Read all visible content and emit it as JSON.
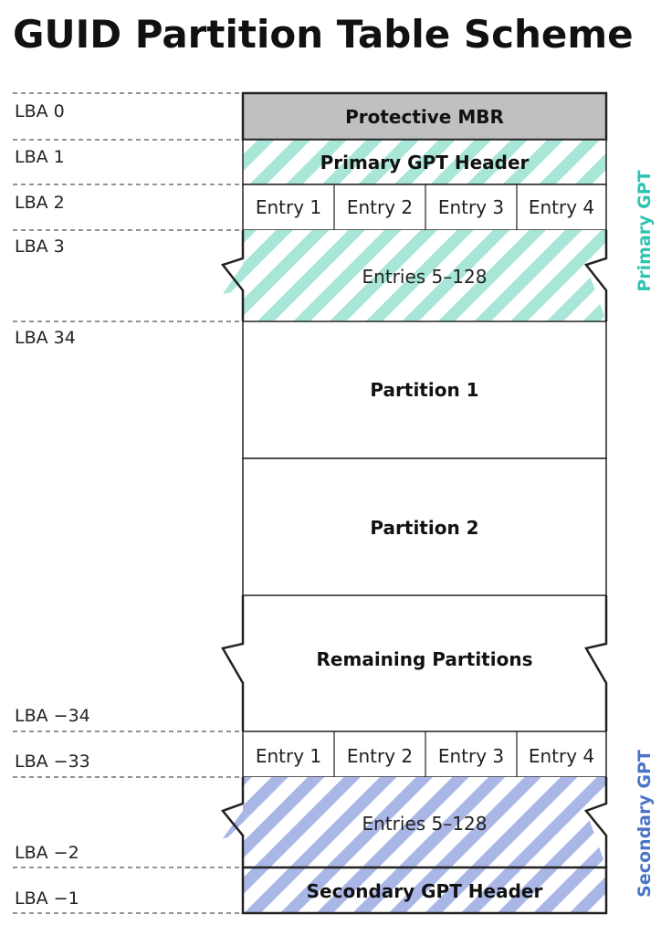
{
  "title": "GUID Partition Table Scheme",
  "lba": {
    "lba0": "LBA 0",
    "lba1": "LBA 1",
    "lba2": "LBA 2",
    "lba3": "LBA 3",
    "lba34": "LBA 34",
    "lba_m34": "LBA −34",
    "lba_m33": "LBA −33",
    "lba_m2": "LBA −2",
    "lba_m1": "LBA −1"
  },
  "blocks": {
    "protective_mbr": "Protective MBR",
    "primary_header": "Primary GPT Header",
    "primary_entries": [
      "Entry 1",
      "Entry 2",
      "Entry 3",
      "Entry 4"
    ],
    "primary_rest": "Entries 5–128",
    "partition1": "Partition 1",
    "partition2": "Partition 2",
    "remaining": "Remaining Partitions",
    "secondary_entries": [
      "Entry 1",
      "Entry 2",
      "Entry 3",
      "Entry 4"
    ],
    "secondary_rest": "Entries 5–128",
    "secondary_header": "Secondary GPT Header"
  },
  "side_labels": {
    "primary": "Primary GPT",
    "secondary": "Secondary GPT"
  },
  "colors": {
    "primary_hatch": "#a8e6d8",
    "secondary_hatch": "#aab6e6",
    "mbr_fill": "#c0c0c0",
    "primary_label": "#2ec4b0",
    "secondary_label": "#4a74c8",
    "outline": "#222222"
  }
}
